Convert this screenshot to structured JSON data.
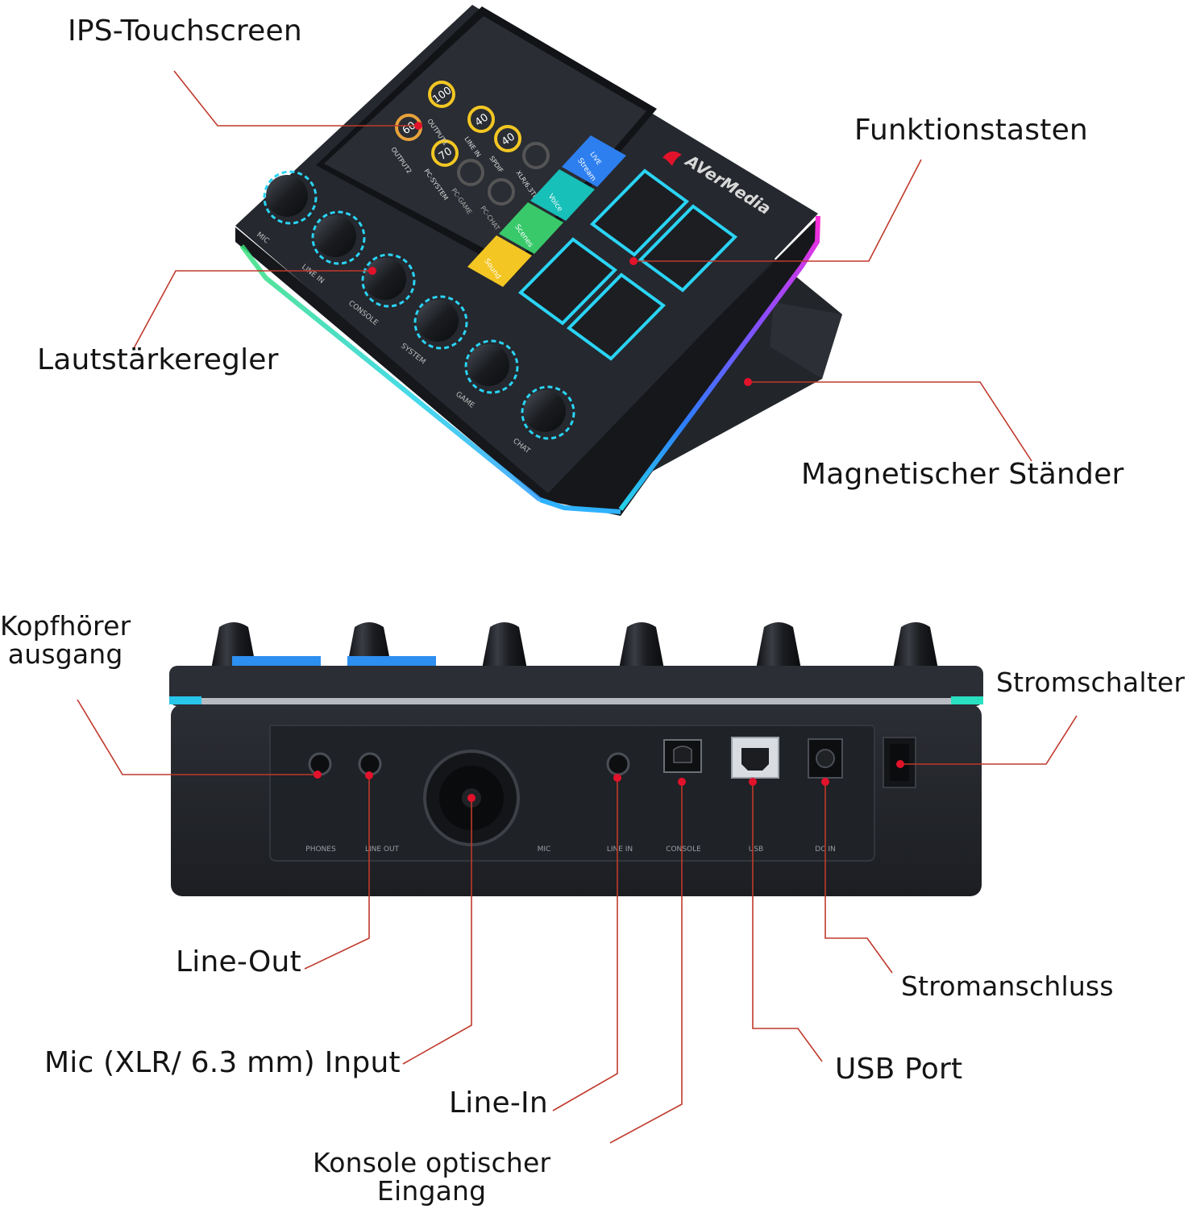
{
  "colors": {
    "leader": "#c0392b",
    "dot": "#e3122b",
    "device_body": "#1b1e23",
    "device_top": "#25282e",
    "rgb_pink": "#ff2bd6",
    "rgb_purple": "#8a4dff",
    "rgb_cyan": "#26d3e8",
    "rgb_green": "#37e07a",
    "pad_cyan": "#2ad4f5",
    "tile_blue": "#2d7ff0",
    "tile_teal": "#17c0b8",
    "tile_green": "#39c96b",
    "tile_yellow": "#f3c623"
  },
  "callouts": {
    "touchscreen": "IPS-Touchscreen",
    "function_keys": "Funktionstasten",
    "volume_knobs": "Lautstärkeregler",
    "magnetic_stand": "Magnetischer Ständer",
    "headphone_out": [
      "Kopfhörer",
      "ausgang"
    ],
    "power_switch": "Stromschalter",
    "line_out": "Line-Out",
    "power_connector": "Stromanschluss",
    "mic_input": "Mic (XLR/ 6.3 mm) Input",
    "usb_port": "USB Port",
    "line_in": "Line-In",
    "console_optical": [
      "Konsole optischer",
      "Eingang"
    ]
  },
  "device": {
    "brand": "AVerMedia",
    "knob_labels": [
      "MIC",
      "LINE IN",
      "CONSOLE",
      "SYSTEM",
      "GAME",
      "CHAT"
    ],
    "screen": {
      "meters": [
        {
          "value": "100",
          "label": "OUTPUT1"
        },
        {
          "value": "60",
          "label": "OUTPUT2"
        },
        {
          "value": "40",
          "label": "LINE IN"
        },
        {
          "value": "40",
          "label": "SPDIF"
        },
        {
          "value": "70",
          "label": "PC-SYSTEM"
        },
        {
          "value": "",
          "label": "XLR/6.3TRS"
        },
        {
          "value": "",
          "label": "PC-GAME"
        },
        {
          "value": "",
          "label": "PC-CHAT"
        }
      ],
      "tiles": [
        {
          "badge": "LIVE",
          "label": "Stream"
        },
        {
          "badge": "",
          "label": "Voice"
        },
        {
          "badge": "",
          "label": "Scenes"
        },
        {
          "badge": "",
          "label": "Sound"
        }
      ]
    },
    "port_labels": [
      "PHONES",
      "LINE OUT",
      "MIC",
      "LINE IN",
      "CONSOLE",
      "USB",
      "DC IN"
    ]
  }
}
